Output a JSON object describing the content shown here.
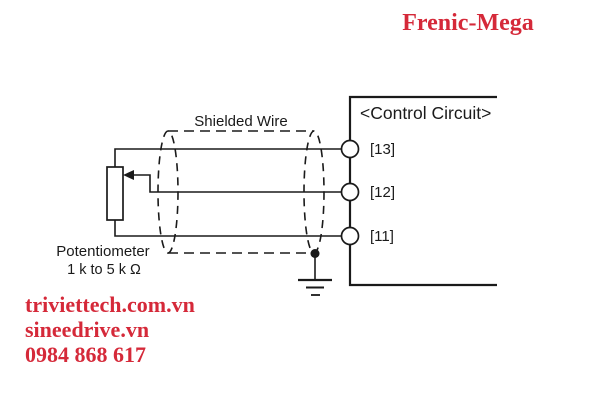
{
  "header": {
    "brand": "Frenic-Mega"
  },
  "diagram": {
    "shield_label": "Shielded Wire",
    "control_circuit_label": "<Control Circuit>",
    "terminals": [
      {
        "id": "13",
        "label": "[13]"
      },
      {
        "id": "12",
        "label": "[12]"
      },
      {
        "id": "11",
        "label": "[11]"
      }
    ],
    "potentiometer": {
      "name": "Potentiometer",
      "range": "1 k to 5 k Ω"
    }
  },
  "footer": {
    "website_primary": "triviettech.com.vn",
    "website_secondary": "sineedrive.vn",
    "phone": "0984 868 617"
  },
  "colors": {
    "accent_red": "#d52939",
    "line_black": "#1a1a1a"
  }
}
